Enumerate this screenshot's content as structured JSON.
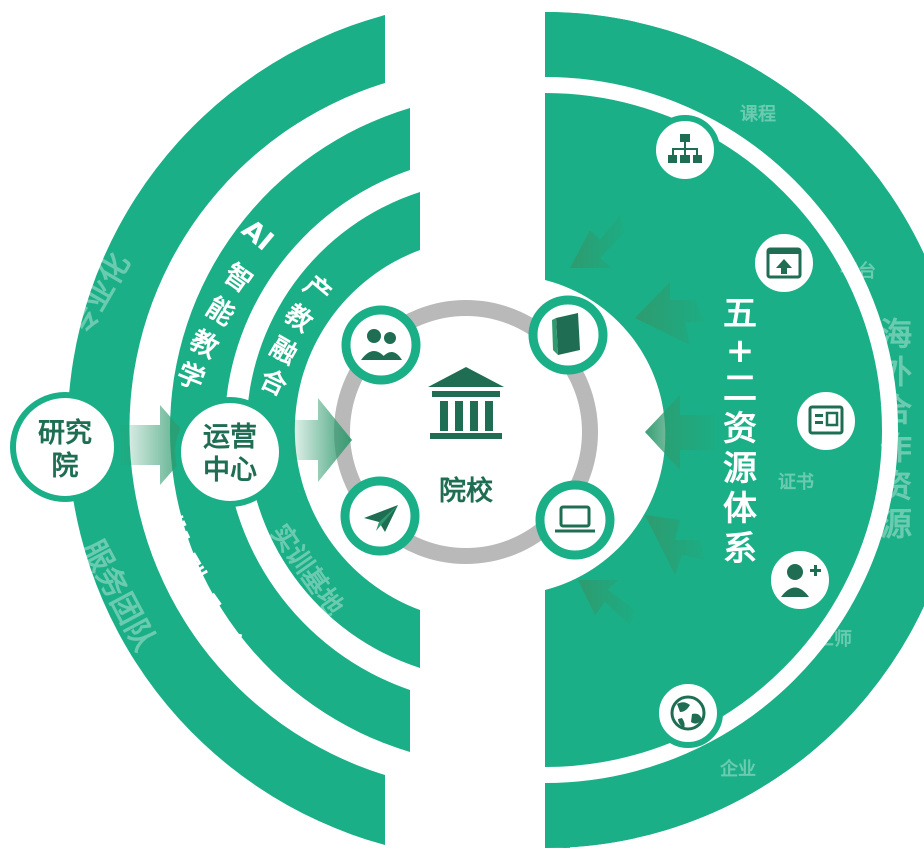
{
  "colors": {
    "primary_green": "#1aaf86",
    "dark_green": "#1f6e54",
    "arrow_green": "#2f9a6e",
    "ring_gray": "#b9b9b9",
    "white": "#ffffff"
  },
  "center": {
    "label": "院校",
    "icon": "bank-icon"
  },
  "core_nodes": [
    {
      "icon": "users-icon"
    },
    {
      "icon": "book-icon"
    },
    {
      "icon": "paper-plane-icon"
    },
    {
      "icon": "laptop-icon"
    }
  ],
  "left": {
    "research_node": {
      "line1": "研究",
      "line2": "院"
    },
    "ops_node": {
      "line1": "运营",
      "line2": "中心"
    },
    "outer_top": "专业化",
    "outer_bottom": "服务团队",
    "middle_top": [
      "AI",
      "智",
      "能",
      "教",
      "学"
    ],
    "middle_bottom": [
      "管",
      "理",
      "中",
      "台"
    ],
    "inner_top": [
      "产",
      "教",
      "融",
      "合"
    ],
    "inner_bottom": "实训基地"
  },
  "right": {
    "main_vertical": [
      "五",
      "+",
      "二",
      "资",
      "源",
      "体",
      "系"
    ],
    "outer_vertical": [
      "海",
      "外",
      "合",
      "作",
      "资",
      "源"
    ],
    "resources": [
      {
        "label": "课程",
        "icon": "org-chart-icon"
      },
      {
        "label": "平台",
        "icon": "browser-upload-icon"
      },
      {
        "label": "证书",
        "icon": "certificate-icon"
      },
      {
        "label": "三师",
        "icon": "user-add-icon"
      },
      {
        "label": "企业",
        "icon": "globe-icon"
      }
    ]
  }
}
